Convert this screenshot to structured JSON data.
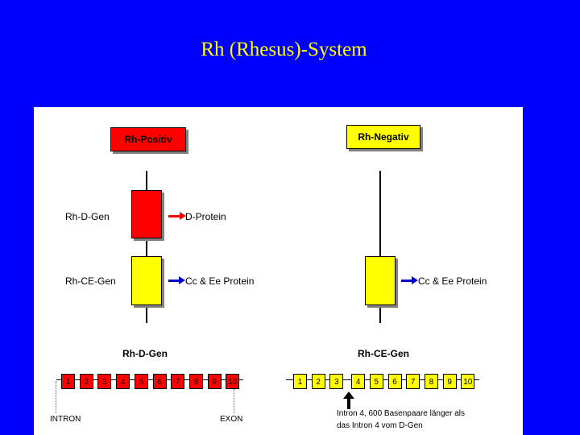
{
  "title": "Rh (Rhesus)-System",
  "positive": {
    "label": "Rh-Positiv",
    "rh_d_gene_label": "Rh-D-Gen",
    "rh_d_product": "D-Protein",
    "rh_ce_gene_label": "Rh-CE-Gen",
    "rh_ce_product": "Cc & Ee Protein"
  },
  "negative": {
    "label": "Rh-Negativ",
    "rh_ce_product": "Cc & Ee Protein"
  },
  "rh_d_structure": {
    "title": "Rh-D-Gen",
    "exons": [
      "1",
      "2",
      "3",
      "4",
      "5",
      "6",
      "7",
      "8",
      "9",
      "10"
    ],
    "intron_label": "INTRON",
    "exon_label": "EXON"
  },
  "rh_ce_structure": {
    "title": "Rh-CE-Gen",
    "exons": [
      "1",
      "2",
      "3",
      "4",
      "5",
      "6",
      "7",
      "8",
      "9",
      "10"
    ],
    "note_line1": "Intron 4, 600 Basenpaare länger als",
    "note_line2": "das Intron 4 vom D-Gen"
  },
  "colors": {
    "background": "#0000ff",
    "title": "#ffff00",
    "rh_d": "#ff0000",
    "rh_ce": "#ffff00",
    "arrow_red": "#ff0000",
    "arrow_blue": "#0000cc"
  }
}
